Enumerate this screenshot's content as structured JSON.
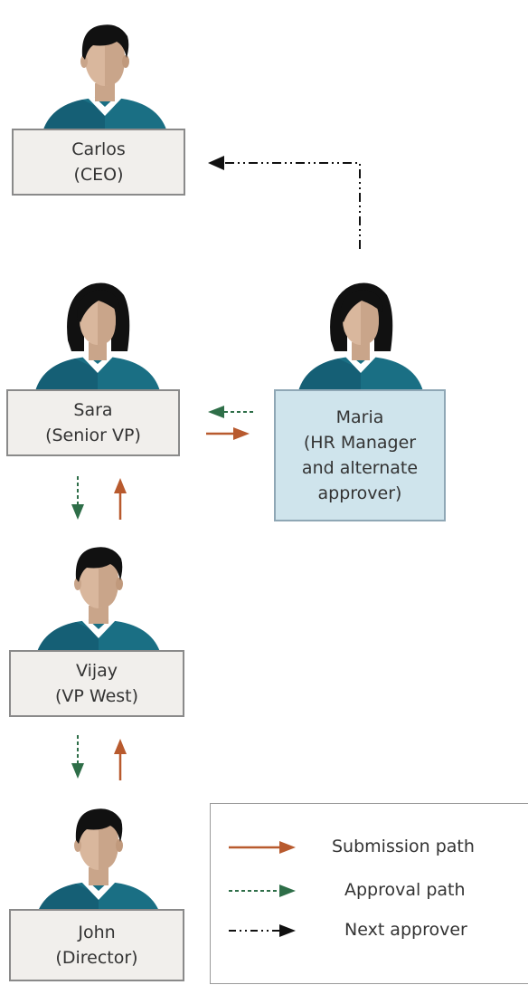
{
  "people": {
    "carlos": {
      "name": "Carlos",
      "role": "(CEO)",
      "gender": "male"
    },
    "sara": {
      "name": "Sara",
      "role": "(Senior VP)",
      "gender": "female"
    },
    "maria": {
      "name": "Maria",
      "role_line1": "(HR Manager",
      "role_line2": "and alternate",
      "role_line3": "approver)",
      "gender": "female"
    },
    "vijay": {
      "name": "Vijay",
      "role": "(VP West)",
      "gender": "male"
    },
    "john": {
      "name": "John",
      "role": "(Director)",
      "gender": "male"
    }
  },
  "legend": {
    "submission": "Submission path",
    "approval": "Approval path",
    "next": "Next approver"
  },
  "colors": {
    "submission": "#b85a2e",
    "approval": "#2e6e48",
    "next": "#111111",
    "shirt": "#1a6f84",
    "skin": "#d9b79d",
    "hair": "#111111",
    "box_bg": "#f1efec",
    "hr_box_bg": "#cfe4ec"
  }
}
